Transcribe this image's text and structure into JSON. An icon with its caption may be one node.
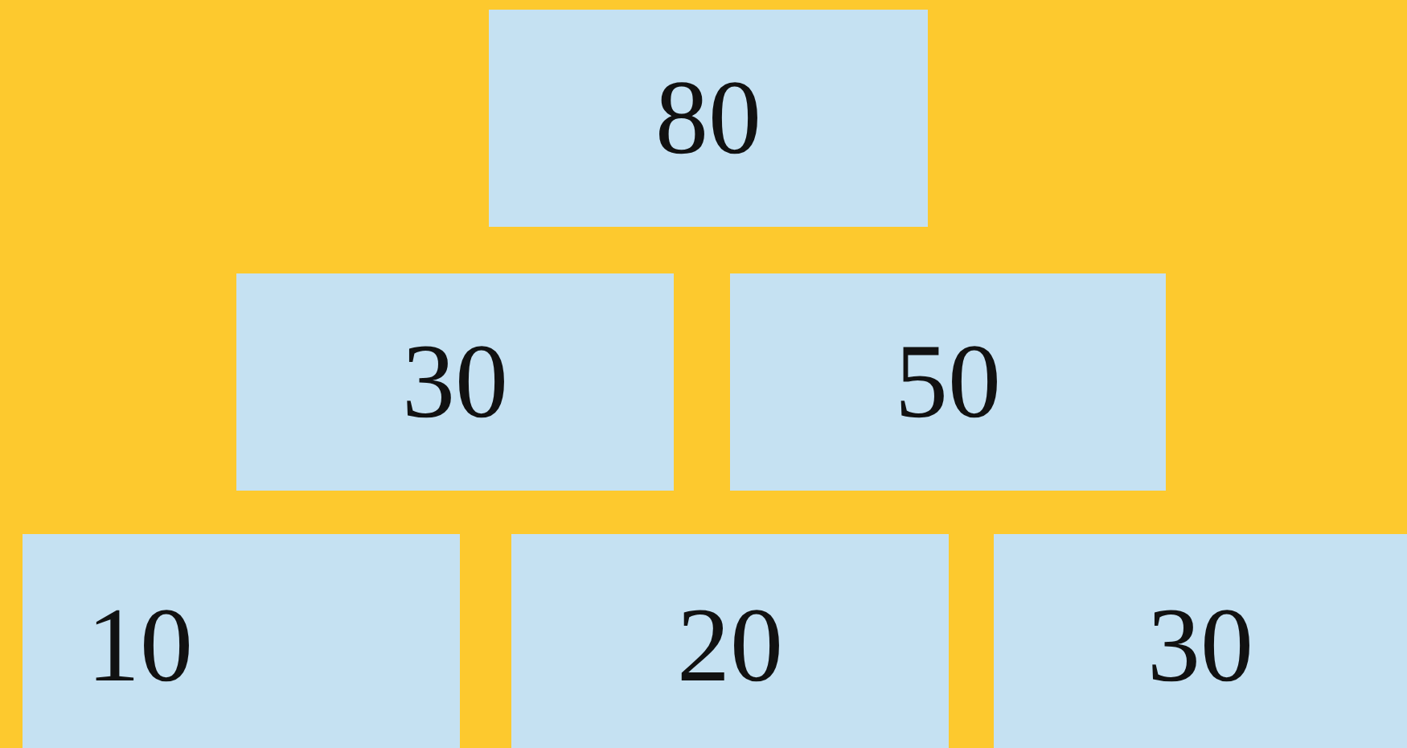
{
  "diagram": {
    "nodes": [
      {
        "text": [
          "80"
        ]
      },
      {
        "text": [
          "30"
        ]
      },
      {
        "text": [
          "50"
        ]
      },
      {
        "text": [
          "10"
        ]
      },
      {
        "text": [
          "20"
        ]
      },
      {
        "text": [
          "30"
        ]
      }
    ]
  }
}
